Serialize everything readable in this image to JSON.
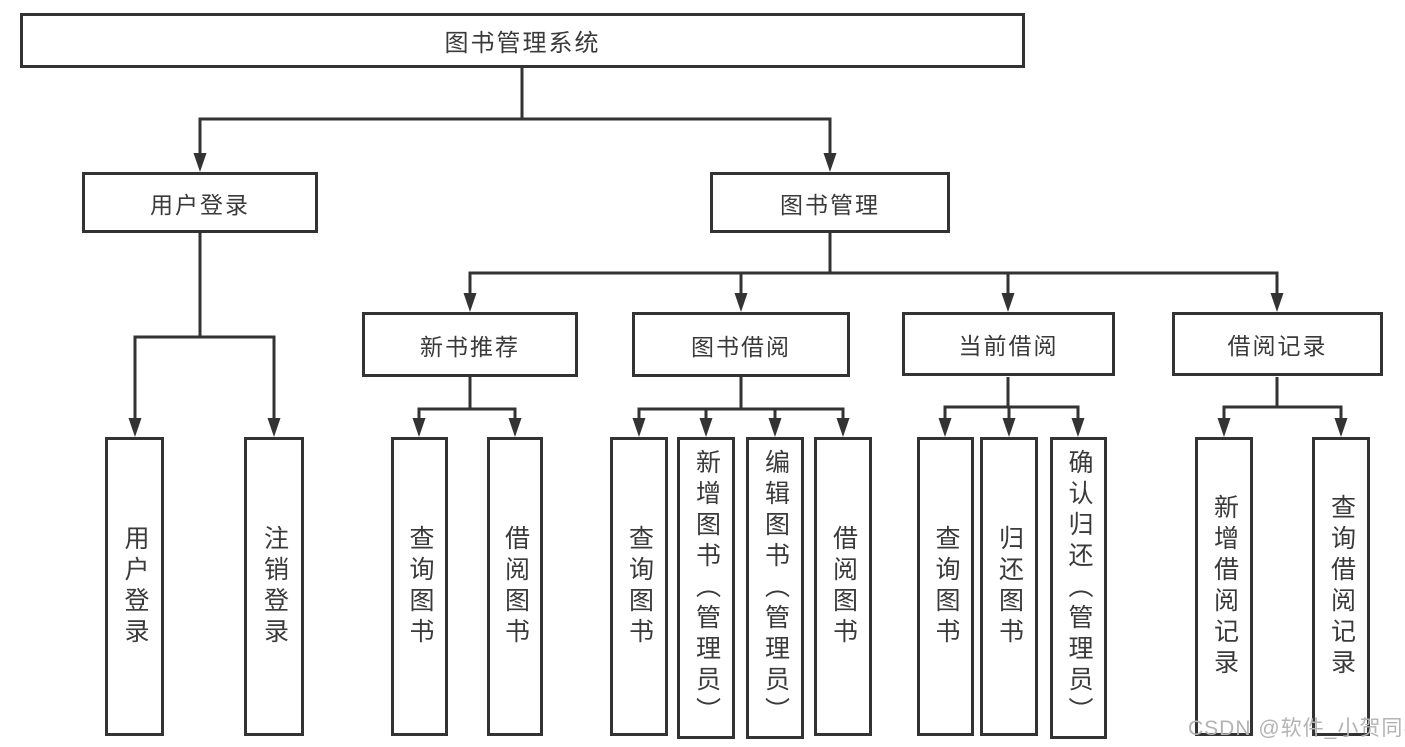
{
  "diagram": {
    "root": {
      "label": "图书管理系统"
    },
    "user_module": {
      "label": "用户登录",
      "children": [
        {
          "label": "用户登录"
        },
        {
          "label": "注销登录"
        }
      ]
    },
    "book_module": {
      "label": "图书管理",
      "sections": [
        {
          "label": "新书推荐",
          "children": [
            {
              "label": "查询图书"
            },
            {
              "label": "借阅图书"
            }
          ]
        },
        {
          "label": "图书借阅",
          "children": [
            {
              "label": "查询图书"
            },
            {
              "label": "新增图书（管理员）"
            },
            {
              "label": "编辑图书（管理员）"
            },
            {
              "label": "借阅图书"
            }
          ]
        },
        {
          "label": "当前借阅",
          "children": [
            {
              "label": "查询图书"
            },
            {
              "label": "归还图书"
            },
            {
              "label": "确认归还（管理员）"
            }
          ]
        },
        {
          "label": "借阅记录",
          "children": [
            {
              "label": "新增借阅记录"
            },
            {
              "label": "查询借阅记录"
            }
          ]
        }
      ]
    }
  },
  "colors": {
    "line": "#333333",
    "text": "#3a3a3a",
    "watermark": "#b3b3b3",
    "background": "#ffffff"
  },
  "watermark": {
    "text": "CSDN @软件_小贺同学"
  }
}
